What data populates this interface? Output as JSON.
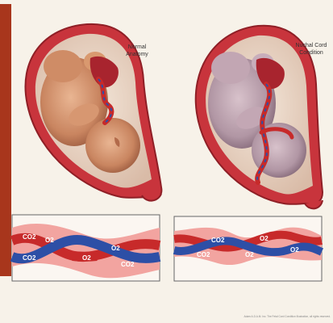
{
  "panels": {
    "left": {
      "label_line1": "Normal",
      "label_line2": "Anatomy"
    },
    "right": {
      "label_line1": "Nuchal Cord",
      "label_line2": "Condition"
    }
  },
  "vessels": {
    "left": {
      "labels": [
        "CO2",
        "O2",
        "CO2",
        "O2",
        "CO2",
        "O2"
      ]
    },
    "right": {
      "labels": [
        "CO2",
        "O2",
        "CO2",
        "O2",
        "O2"
      ]
    }
  },
  "caption": "Adam A.D.A.M. Inc. The Fetal Cord Condition Illustration, all rights reserved.",
  "colors": {
    "background": "#f7f2e9",
    "side_bar": "#a8361c",
    "uterus_wall": "#c8343c",
    "amniotic_fluid": "#ead8c8",
    "fetus_normal": "#d3926b",
    "fetus_pale": "#bba0ad",
    "artery": "#c72a2a",
    "vein": "#2d4fa6",
    "cord_sheath": "#f2a4a0"
  }
}
